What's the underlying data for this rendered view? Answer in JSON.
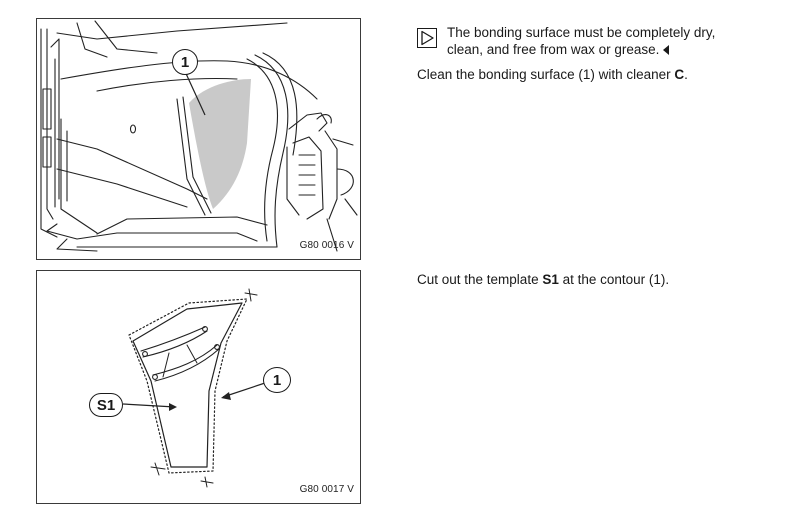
{
  "figures": [
    {
      "code": "G80 0016 V",
      "callouts": [
        "1"
      ]
    },
    {
      "code": "G80 0017 V",
      "callouts": [
        "S1",
        "1"
      ]
    }
  ],
  "note": {
    "icon": "play-triangle-icon",
    "line1": "The bonding surface must be completely dry,",
    "line2": "clean, and free from wax or grease."
  },
  "step1": {
    "text_before": "Clean the bonding surface (1) with cleaner ",
    "bold": "C",
    "text_after": "."
  },
  "step2": {
    "text_before": "Cut out the template ",
    "bold": "S1",
    "text_after": " at the contour (1)."
  }
}
